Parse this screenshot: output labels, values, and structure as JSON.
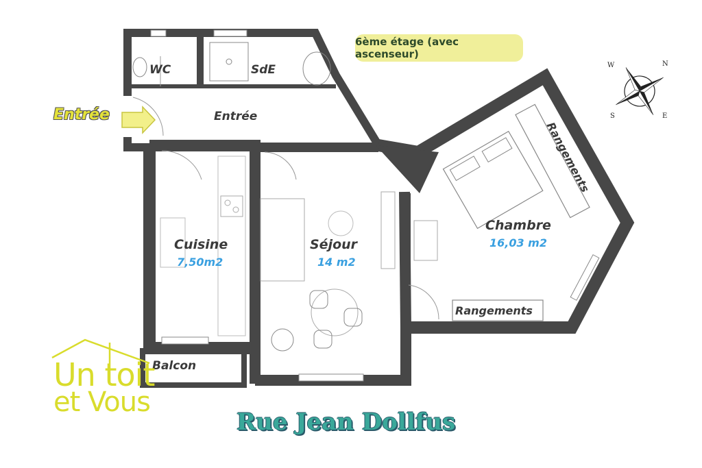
{
  "floor_info": "6ème étage (avec ascenseur)",
  "entrance_tag": "Entrée",
  "street_name": "Rue Jean Dollfus",
  "logo": {
    "line1": "Un toit",
    "line2": "et Vous"
  },
  "compass": {
    "n": "N",
    "e": "E",
    "s": "S",
    "w": "W"
  },
  "rooms": {
    "wc": {
      "name": "WC"
    },
    "sde": {
      "name": "SdE"
    },
    "entree": {
      "name": "Entrée"
    },
    "cuisine": {
      "name": "Cuisine",
      "area": "7,50m2"
    },
    "sejour": {
      "name": "Séjour",
      "area": "14 m2"
    },
    "chambre": {
      "name": "Chambre",
      "area": "16,03 m2"
    },
    "rangements_vertical": {
      "name": "Rangements"
    },
    "rangements_horizontal": {
      "name": "Rangements"
    },
    "balcon": {
      "name": "Balcon"
    }
  },
  "colors": {
    "wall": "#474747",
    "badge": "#f0ef9a",
    "logo": "#d9dc2c",
    "area": "#3aa0e0",
    "street": "#3aa89a"
  }
}
